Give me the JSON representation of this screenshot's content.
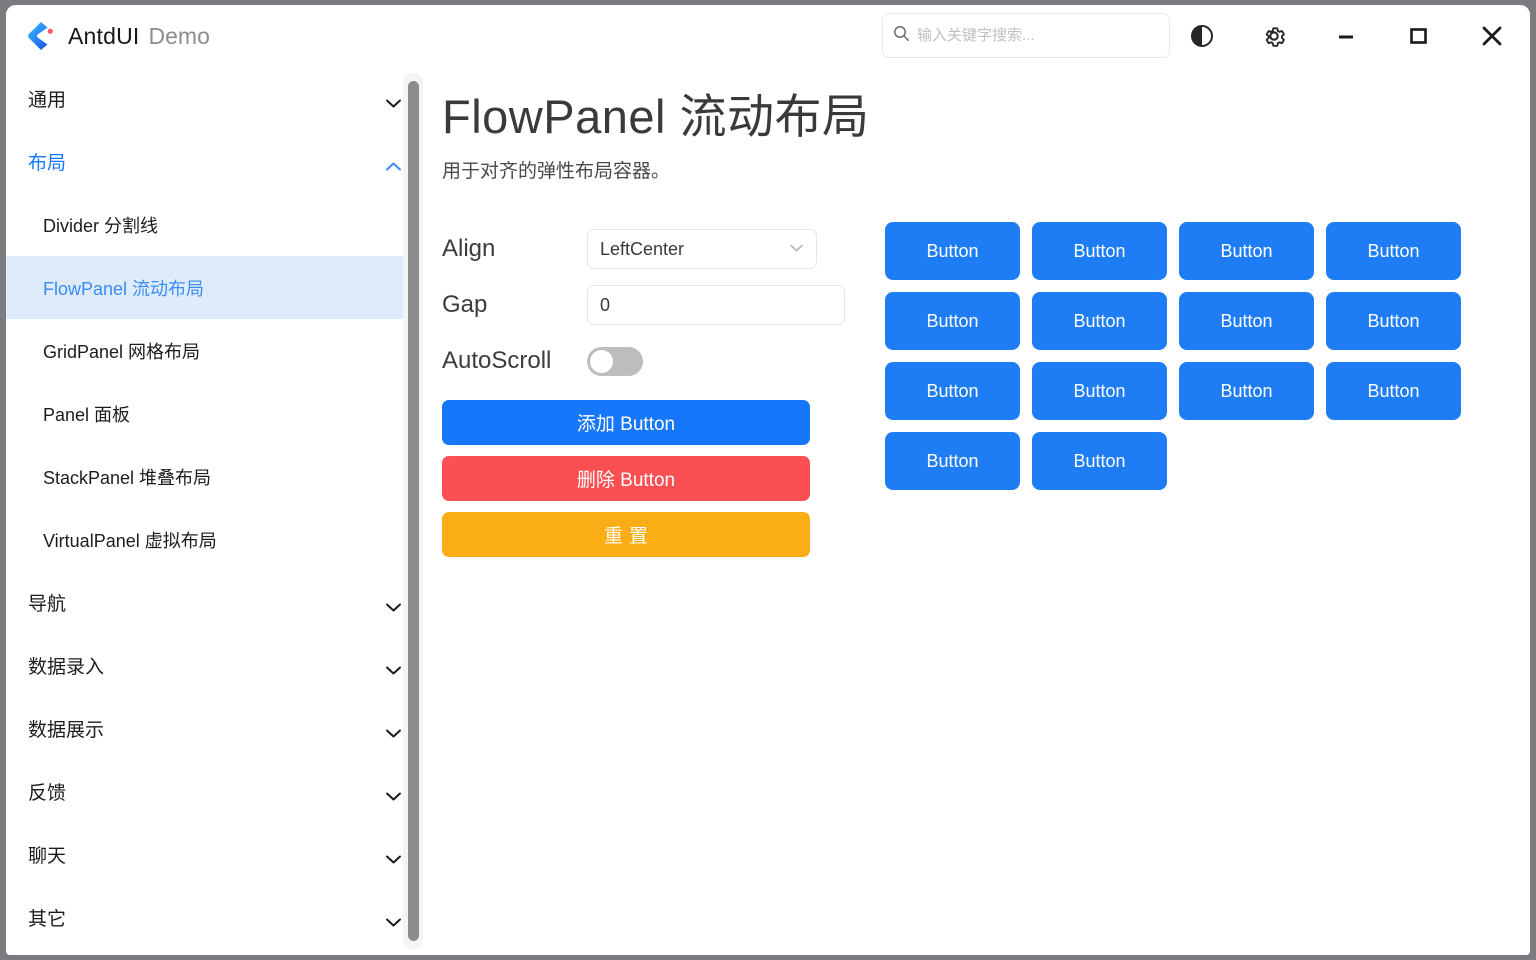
{
  "window": {
    "logo_icon": "antdui-logo-icon",
    "app_title": "AntdUI",
    "app_subtitle": "Demo",
    "controls": {
      "theme_icon": "theme-contrast-icon",
      "settings_icon": "gear-icon",
      "minimize_icon": "minimize-icon",
      "maximize_icon": "maximize-icon",
      "close_icon": "close-icon"
    }
  },
  "search": {
    "icon": "search-icon",
    "value": "",
    "placeholder": "输入关键字搜索..."
  },
  "sidebar": {
    "groups": [
      {
        "label": "通用",
        "expanded": false,
        "chevron": "chevron-down-icon",
        "items": []
      },
      {
        "label": "布局",
        "expanded": true,
        "chevron": "chevron-up-icon",
        "items": [
          {
            "label": "Divider 分割线",
            "active": false
          },
          {
            "label": "FlowPanel 流动布局",
            "active": true
          },
          {
            "label": "GridPanel 网格布局",
            "active": false
          },
          {
            "label": "Panel 面板",
            "active": false
          },
          {
            "label": "StackPanel 堆叠布局",
            "active": false
          },
          {
            "label": "VirtualPanel 虚拟布局",
            "active": false
          }
        ]
      },
      {
        "label": "导航",
        "expanded": false,
        "chevron": "chevron-down-icon",
        "items": []
      },
      {
        "label": "数据录入",
        "expanded": false,
        "chevron": "chevron-down-icon",
        "items": []
      },
      {
        "label": "数据展示",
        "expanded": false,
        "chevron": "chevron-down-icon",
        "items": []
      },
      {
        "label": "反馈",
        "expanded": false,
        "chevron": "chevron-down-icon",
        "items": []
      },
      {
        "label": "聊天",
        "expanded": false,
        "chevron": "chevron-down-icon",
        "items": []
      },
      {
        "label": "其它",
        "expanded": false,
        "chevron": "chevron-down-icon",
        "items": []
      }
    ]
  },
  "main": {
    "title": "FlowPanel 流动布局",
    "subtitle": "用于对齐的弹性布局容器。",
    "form": {
      "align_label": "Align",
      "align_value": "LeftCenter",
      "align_chevron": "chevron-down-icon",
      "gap_label": "Gap",
      "gap_value": "0",
      "autoscroll_label": "AutoScroll",
      "autoscroll_on": false
    },
    "actions": {
      "add_label": "添加 Button",
      "remove_label": "删除 Button",
      "reset_label": "重置"
    },
    "flow_button_label": "Button",
    "flow_button_count": 14
  },
  "colors": {
    "primary": "#1777fb",
    "danger": "#fc4f53",
    "warning": "#faad14",
    "flow_button": "#1e7df5",
    "sidebar_active_bg": "#ddebfb",
    "sidebar_active_text": "#3d8bf5"
  }
}
